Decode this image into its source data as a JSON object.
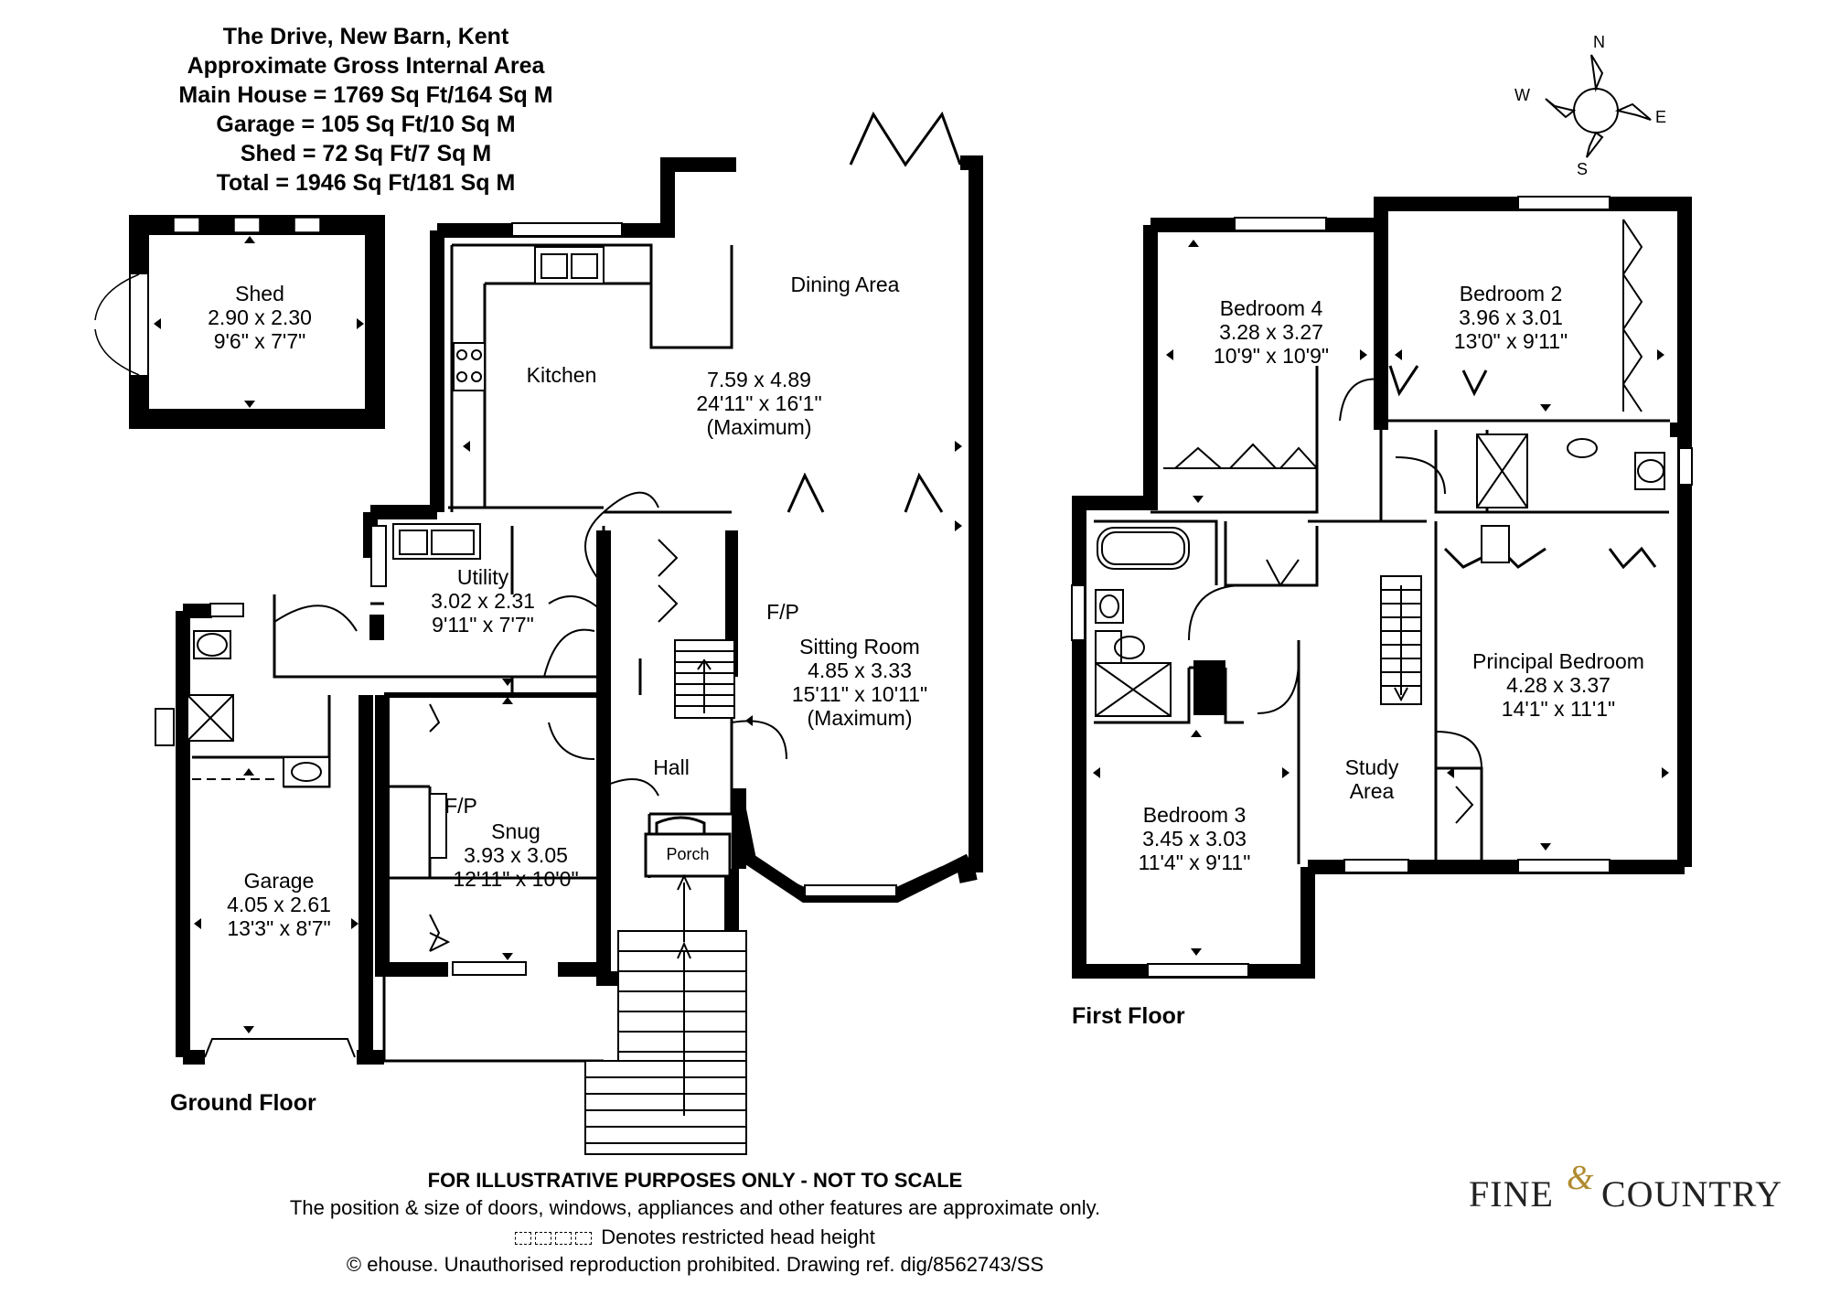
{
  "header": {
    "line1": "The Drive, New Barn, Kent",
    "line2": "Approximate Gross Internal Area",
    "line3": "Main House = 1769 Sq Ft/164 Sq M",
    "line4": "Garage = 105 Sq Ft/10 Sq M",
    "line5": "Shed = 72 Sq Ft/7 Sq M",
    "line6": "Total = 1946 Sq Ft/181 Sq M"
  },
  "compass": {
    "n": "N",
    "e": "E",
    "s": "S",
    "w": "W"
  },
  "ground_floor": {
    "label": "Ground Floor",
    "shed": {
      "name": "Shed",
      "metric": "2.90 x 2.30",
      "imperial": "9'6\" x 7'7\""
    },
    "dining": {
      "name": "Dining Area"
    },
    "kitchen": {
      "name": "Kitchen",
      "metric": "7.59 x 4.89",
      "imperial": "24'11\" x 16'1\"",
      "note": "(Maximum)"
    },
    "utility": {
      "name": "Utility",
      "metric": "3.02 x 2.31",
      "imperial": "9'11\" x 7'7\""
    },
    "sitting": {
      "fp": "F/P",
      "name": "Sitting Room",
      "metric": "4.85 x 3.33",
      "imperial": "15'11\" x 10'11\"",
      "note": "(Maximum)"
    },
    "hall": {
      "name": "Hall"
    },
    "porch": {
      "name": "Porch"
    },
    "snug": {
      "fp": "F/P",
      "name": "Snug",
      "metric": "3.93 x 3.05",
      "imperial": "12'11\" x 10'0\""
    },
    "garage": {
      "name": "Garage",
      "metric": "4.05 x 2.61",
      "imperial": "13'3\" x 8'7\""
    }
  },
  "first_floor": {
    "label": "First Floor",
    "bedroom4": {
      "name": "Bedroom 4",
      "metric": "3.28 x 3.27",
      "imperial": "10'9\" x 10'9\""
    },
    "bedroom2": {
      "name": "Bedroom 2",
      "metric": "3.96 x 3.01",
      "imperial": "13'0\" x 9'11\""
    },
    "principal": {
      "name": "Principal Bedroom",
      "metric": "4.28 x 3.37",
      "imperial": "14'1\" x 11'1\""
    },
    "bedroom3": {
      "name": "Bedroom 3",
      "metric": "3.45 x 3.03",
      "imperial": "11'4\" x 9'11\""
    },
    "study": {
      "line1": "Study",
      "line2": "Area"
    }
  },
  "footer": {
    "line1": "FOR ILLUSTRATIVE PURPOSES ONLY - NOT TO SCALE",
    "line2": "The position & size of doors, windows, appliances and other features are approximate only.",
    "line3": "Denotes restricted head height",
    "line4": "© ehouse. Unauthorised reproduction prohibited. Drawing ref. dig/8562743/SS"
  },
  "logo": {
    "word1": "FINE",
    "amp": "&",
    "word2": "COUNTRY"
  }
}
